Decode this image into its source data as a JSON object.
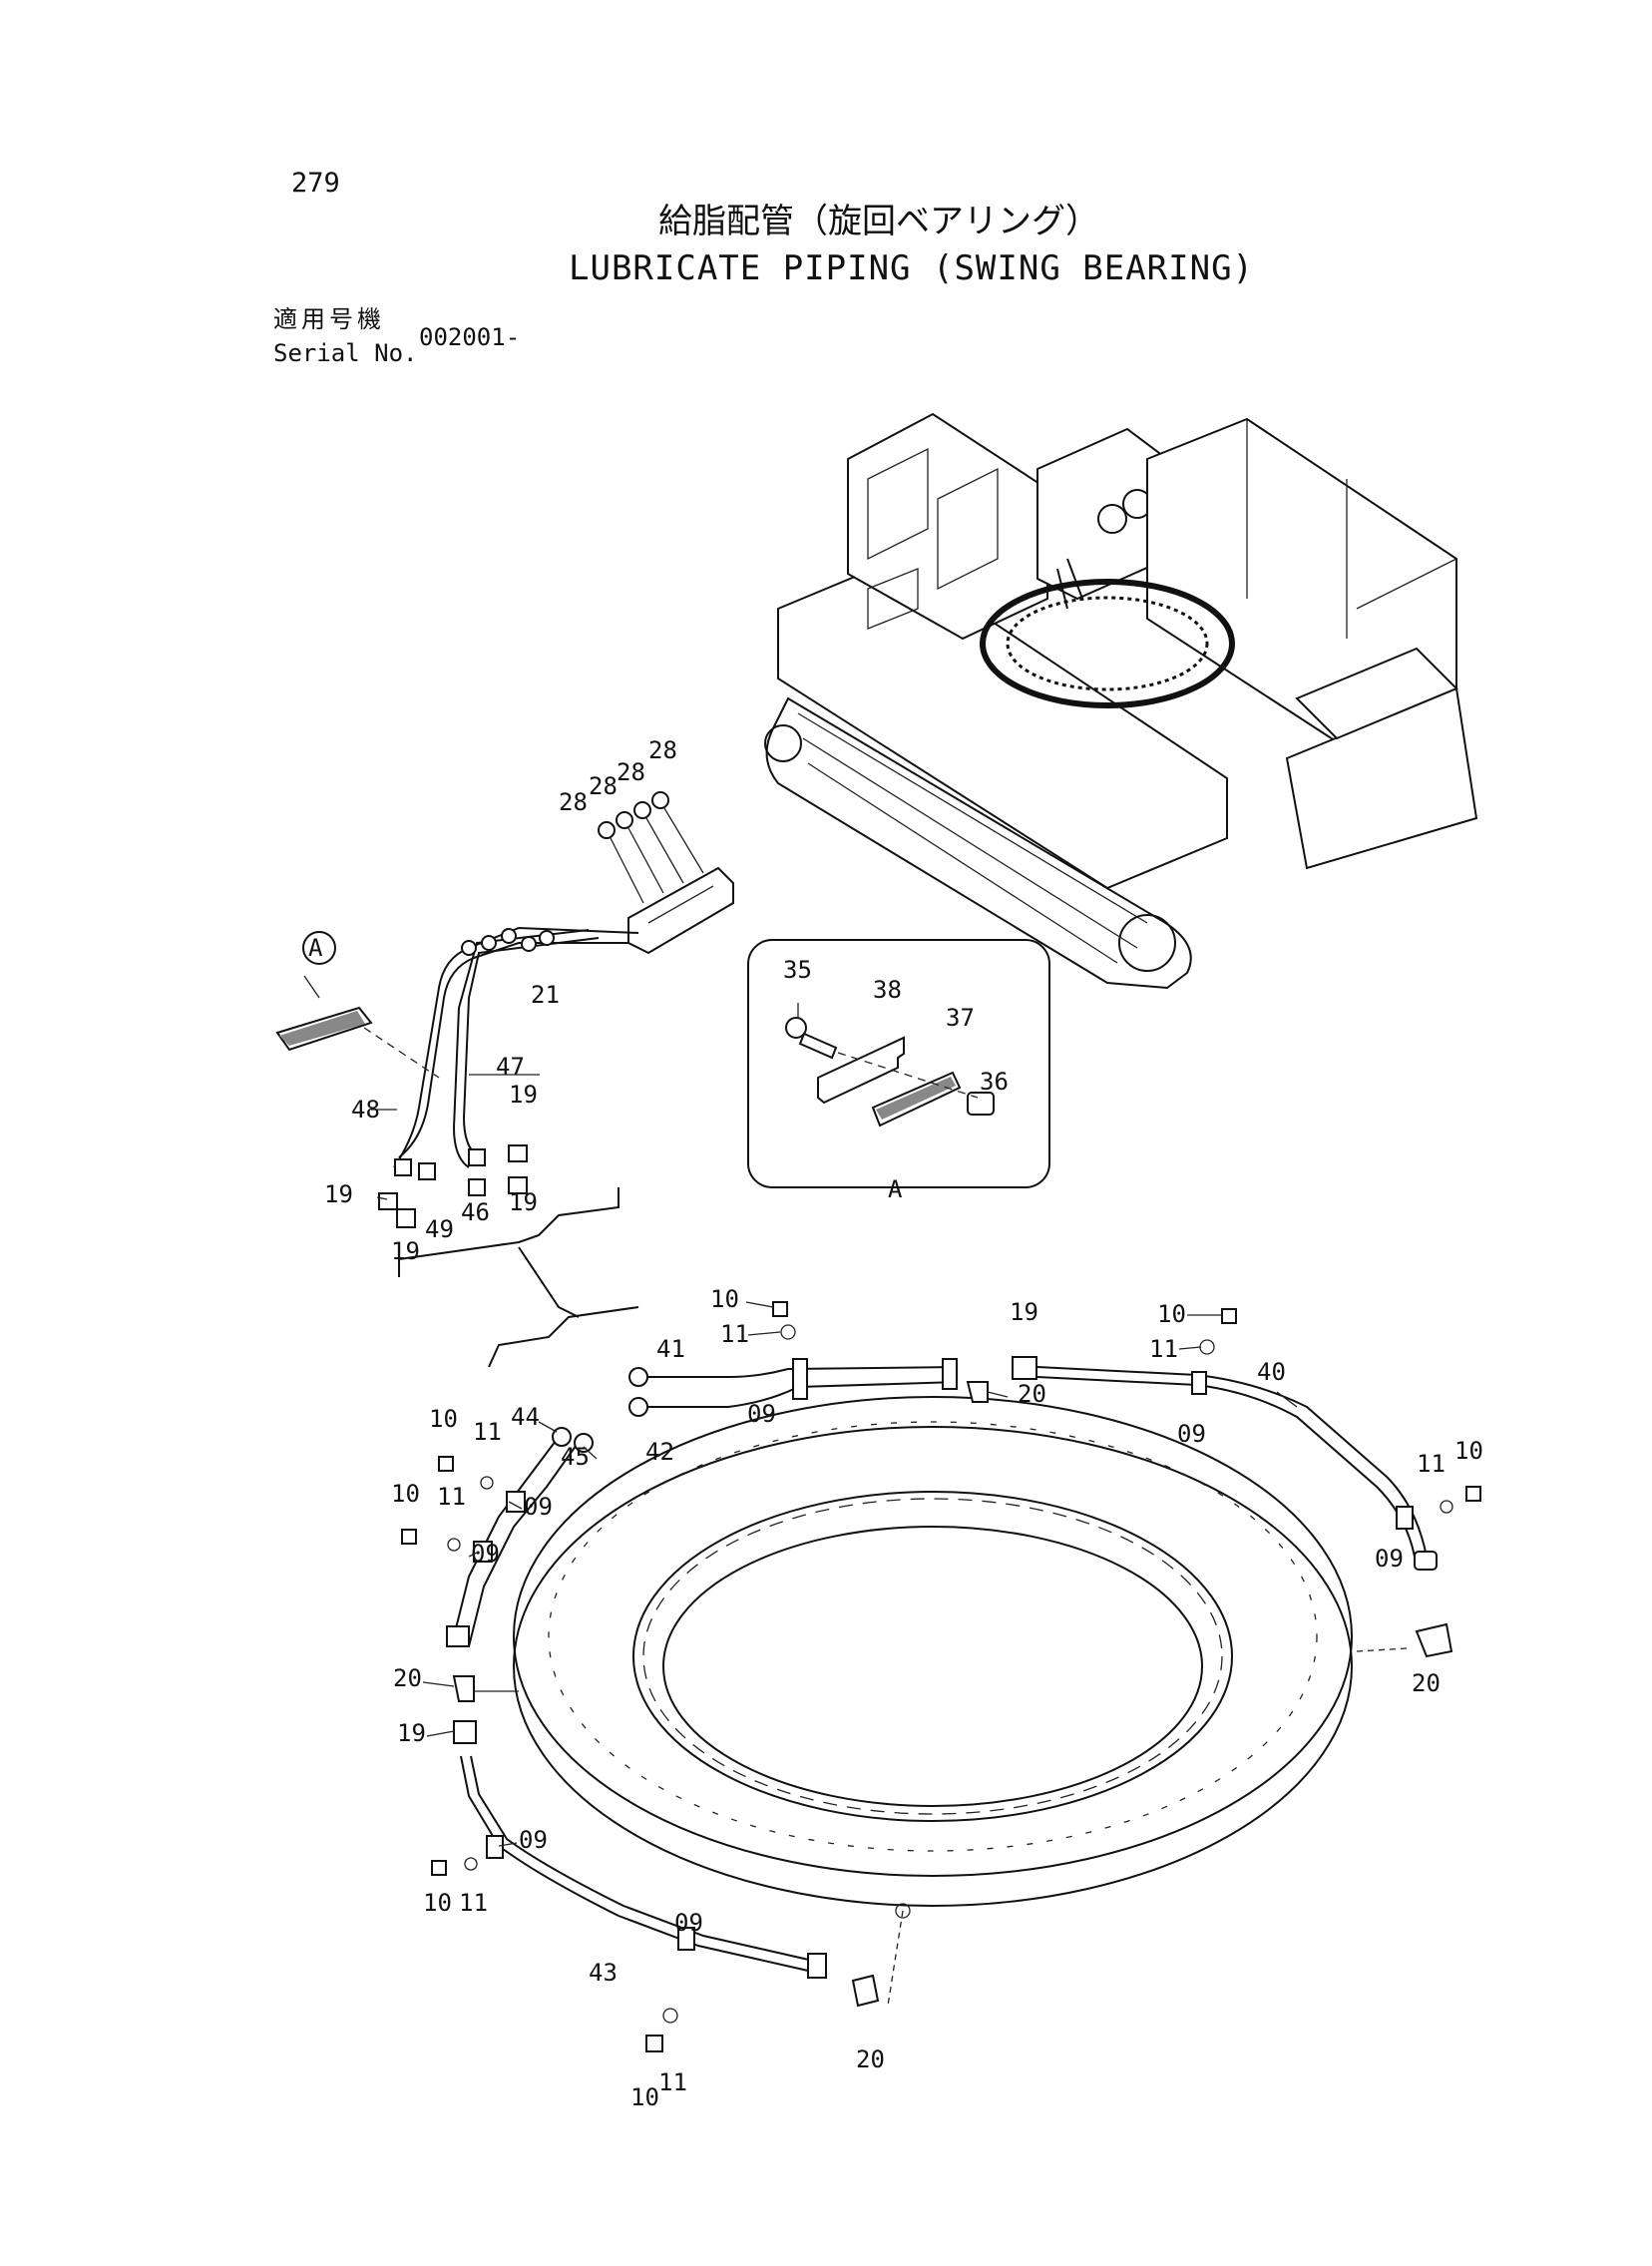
{
  "page_number": "279",
  "title_jp": "給脂配管（旋回ベアリング）",
  "title_en": "LUBRICATE PIPING (SWING BEARING)",
  "serial": {
    "label_jp": "適用号機",
    "label_en": "Serial No.",
    "value": "002001-"
  },
  "detail_view": {
    "marker": "A",
    "caption": "A",
    "labels": [
      "35",
      "38",
      "37",
      "36"
    ]
  },
  "callouts": {
    "fittings_28": [
      "28",
      "28",
      "28",
      "28"
    ],
    "c21": "21",
    "c47": "47",
    "c48": "48",
    "c19": "19",
    "c46": "46",
    "c49": "49",
    "c10": "10",
    "c11": "11",
    "c41": "41",
    "c42": "42",
    "c09": "09",
    "c20": "20",
    "c40": "40",
    "c44": "44",
    "c45": "45",
    "c43": "43"
  }
}
